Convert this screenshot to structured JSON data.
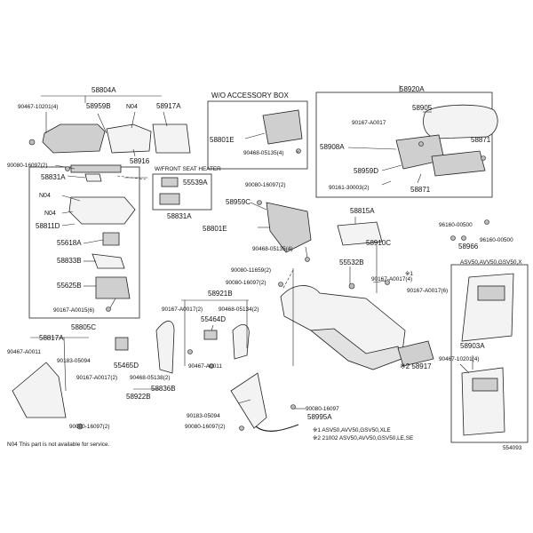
{
  "diagram": {
    "sections": {
      "w_o_accessory_box": "W/O ACCESSORY BOX",
      "w_front_seat_heater": "W/FRONT SEAT HEATER"
    },
    "labels": {
      "p58804A": "58804A",
      "p90467_10201": "90467-10201(4)",
      "p58959B": "58959B",
      "pN04_top": "N04",
      "p58917A": "58917A",
      "p58916": "58916",
      "p90080_16097_a": "90080-16097(2)",
      "p58831A_a": "58831A",
      "pN04_a": "N04",
      "pN04_b": "N04",
      "p58811D": "58811D",
      "p55618A": "55618A",
      "p58833B": "58833B",
      "p55625B": "55625B",
      "p90167_A0015": "90167-A0015(6)",
      "p58805C": "58805C",
      "p55539A": "55539A",
      "p58831A_b": "58831A",
      "p58801E_top": "58801E",
      "p90468_05135_a": "90468-05135(4)",
      "p90080_16097_b": "90080-16097(2)",
      "p58959C": "58959C",
      "p58801E": "58801E",
      "p90468_05135_b": "90468-05135(4)",
      "p58920A": "58920A",
      "p58905": "58905",
      "p90167_A0017_a": "90167-A0017",
      "p58871_a": "58871",
      "p58908A": "58908A",
      "p58959D": "58959D",
      "p90161_30003": "90161-30003(2)",
      "p58871_b": "58871",
      "p58815A": "58815A",
      "p58910C": "58910C",
      "p96160_00500_a": "96160-00500",
      "p58966": "58966",
      "p96160_00500_b": "96160-00500",
      "p90080_11659": "90080-11659(2)",
      "p90080_16097_c": "90080-16097(2)",
      "p55532B": "55532B",
      "p90167_A0017_b": "90167-A0017(4)",
      "p90167_A0017_c": "90167-A0017(6)",
      "x1": "※1",
      "asv_top": "ASV50,AVV50,GSV50,X",
      "p58921B": "58921B",
      "p90167_A0017_d": "90167-A0017(2)",
      "p90468_05134": "90468-05134(2)",
      "p55464D": "55464D",
      "p58817A": "58817A",
      "p90467_A0011_a": "90467-A0011",
      "p90183_05094_a": "90183-05094",
      "p90167_A0017_e": "90167-A0017(2)",
      "p55465D": "55465D",
      "p90468_05138": "90468-05138(2)",
      "p58922B": "58922B",
      "p90467_A0011_b": "90467-A0011",
      "p58836B": "58836B",
      "p90183_05094_b": "90183-05094",
      "p90080_16097_d": "90080-16097(2)",
      "p90080_16097_e": "90080-16097(2)",
      "p90080_16097_f": "90080-16097",
      "p58995A": "58995A",
      "p58917": "※2 58917",
      "p58903A": "58903A",
      "p90467_10201_b": "90467-10201(4)",
      "fn1": "※1 ASV50,AVV50,GSV50,XLE",
      "fn2": "※2 21002      ASV50,AVV50,GSV50,LE,SE",
      "n04_note": "N04 This part is not available for service.",
      "code": "554093"
    }
  }
}
